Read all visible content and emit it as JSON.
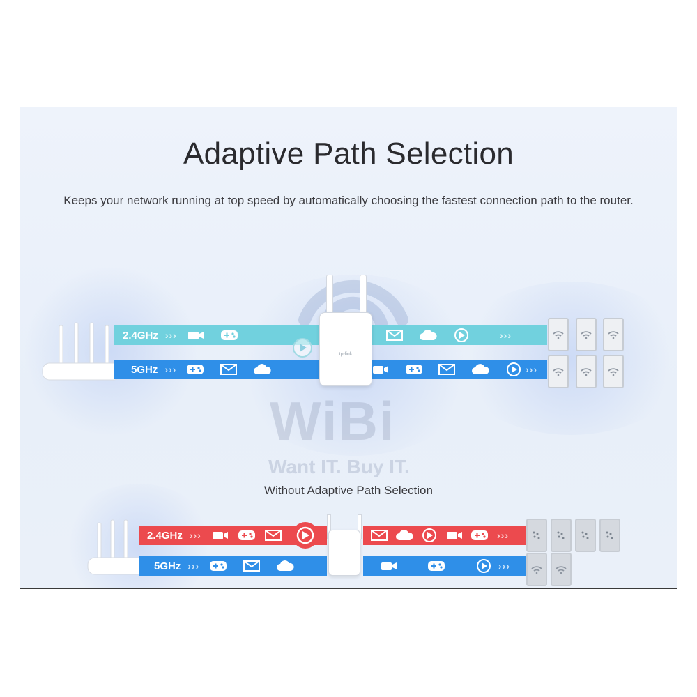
{
  "title": "Adaptive Path Selection",
  "subtitle": "Keeps your network running at top speed by automatically choosing the fastest connection path to the router.",
  "section_without": "Without Adaptive Path Selection",
  "band_labels": {
    "band24": "2.4GHz",
    "band5": "5GHz"
  },
  "arrows": "›››",
  "watermark": {
    "brand": "WiBi",
    "tagline": "Want IT. Buy IT."
  },
  "extender_brand": "tp-link",
  "colors": {
    "teal": "#71d1de",
    "blue": "#2f8fe8",
    "red": "#ec4a4e",
    "panel": "#eaf0f9"
  },
  "top_24_icons": [
    "camera-icon",
    "gamepad-icon"
  ],
  "top_24_right_icons": [
    "mail-icon",
    "cloud-icon",
    "play-icon"
  ],
  "top_5_icons": [
    "gamepad-icon",
    "mail-icon",
    "cloud-icon"
  ],
  "top_5_right_icons": [
    "camera-icon",
    "gamepad-icon",
    "mail-icon",
    "cloud-icon",
    "play-icon"
  ],
  "bottom_24_left_icons": [
    "camera-icon",
    "gamepad-icon",
    "mail-icon"
  ],
  "bottom_24_right_icons": [
    "mail-icon",
    "cloud-icon",
    "play-icon",
    "camera-icon",
    "gamepad-icon"
  ],
  "bottom_5_left_icons": [
    "gamepad-icon",
    "mail-icon",
    "cloud-icon"
  ],
  "bottom_5_right_icons": [
    "camera-icon",
    "gamepad-icon",
    "play-icon"
  ]
}
